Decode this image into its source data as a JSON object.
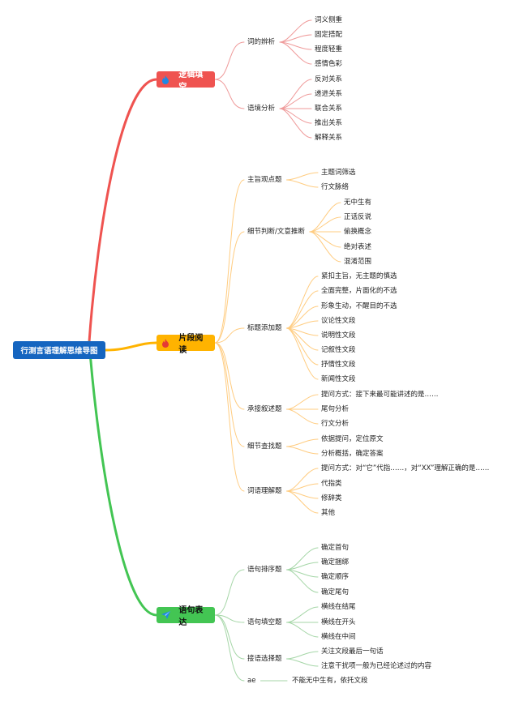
{
  "root": "行测言语理解思维导图",
  "colors": {
    "root": "#1565c0",
    "branch1": "#ef5350",
    "branch2": "#ffb300",
    "branch3": "#43c553"
  },
  "branches": [
    {
      "label": "逻辑填空",
      "icon": "flame-icon",
      "children": [
        {
          "label": "词的辨析",
          "children": [
            "词义侧重",
            "固定搭配",
            "程度轻重",
            "感情色彩"
          ]
        },
        {
          "label": "语境分析",
          "children": [
            "反对关系",
            "递进关系",
            "联合关系",
            "推出关系",
            "解释关系"
          ]
        }
      ]
    },
    {
      "label": "片段阅读",
      "icon": "flame-icon",
      "children": [
        {
          "label": "主旨观点题",
          "children": [
            "主题词筛选",
            "行文脉络"
          ]
        },
        {
          "label": "细节判断/文意推断",
          "children": [
            "无中生有",
            "正话反说",
            "偷换概念",
            "绝对表述",
            "混淆范围"
          ]
        },
        {
          "label": "标题添加题",
          "children": [
            "紧扣主旨，无主题的慎选",
            "全面完整，片面化的不选",
            "形象生动，不醒目的不选",
            "议论性文段",
            "说明性文段",
            "记叙性文段",
            "抒情性文段",
            "新闻性文段"
          ]
        },
        {
          "label": "承接叙述题",
          "children": [
            "提问方式：接下来最可能讲述的是……",
            "尾句分析",
            "行文分析"
          ]
        },
        {
          "label": "细节查找题",
          "children": [
            "依据提问，定位原文",
            "分析概括，确定答案"
          ]
        },
        {
          "label": "词语理解题",
          "children": [
            "提问方式：对“它”代指……，对“XX”理解正确的是……",
            "代指类",
            "修辞类",
            "其他"
          ]
        }
      ]
    },
    {
      "label": "语句表达",
      "icon": "send-icon",
      "children": [
        {
          "label": "语句排序题",
          "children": [
            "确定首句",
            "确定捆绑",
            "确定顺序",
            "确定尾句"
          ]
        },
        {
          "label": "语句填空题",
          "children": [
            "横线在结尾",
            "横线在开头",
            "横线在中间"
          ]
        },
        {
          "label": "接语选择题",
          "children": [
            "关注文段最后一句话",
            "注意干扰项一般为已经论述过的内容"
          ]
        },
        {
          "label": "ae",
          "children": [
            "不能无中生有，依托文段"
          ]
        }
      ]
    }
  ]
}
